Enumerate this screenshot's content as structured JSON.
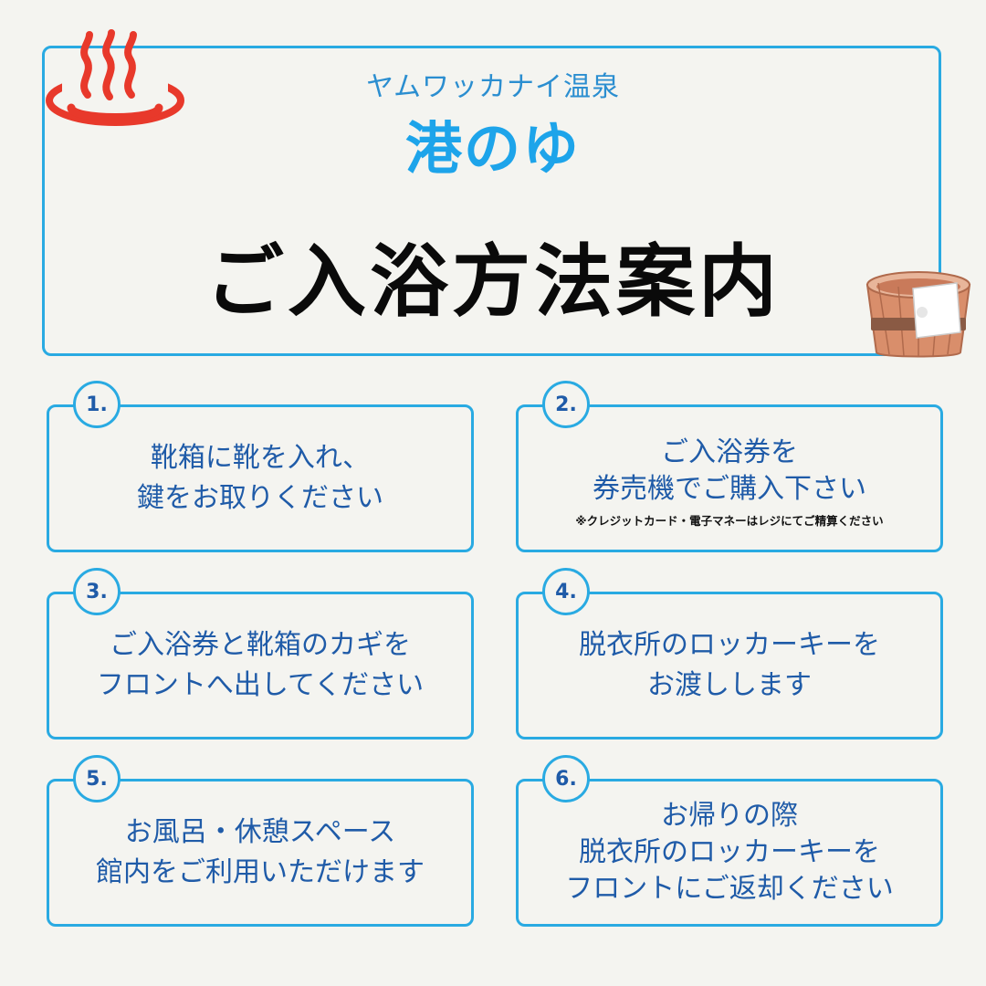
{
  "header": {
    "subtitle": "ヤムワッカナイ温泉",
    "facility_name": "港のゆ",
    "title": "ご入浴方法案内"
  },
  "colors": {
    "accent": "#29aae2",
    "text_blue": "#1f5ba8",
    "name_blue": "#1da4ea",
    "onsen_red": "#e8392b",
    "background": "#f4f4f0"
  },
  "icons": {
    "onsen_symbol": "hot-spring-icon",
    "bucket": "wooden-bucket-icon"
  },
  "steps": [
    {
      "number": "1.",
      "lines": [
        "靴箱に靴を入れ、",
        "鍵をお取りください"
      ]
    },
    {
      "number": "2.",
      "lines": [
        "ご入浴券を",
        "券売機でご購入下さい"
      ],
      "note": "※クレジットカード・電子マネーはレジにてご精算ください"
    },
    {
      "number": "3.",
      "lines": [
        "ご入浴券と靴箱のカギを",
        "フロントへ出してください"
      ]
    },
    {
      "number": "4.",
      "lines": [
        "脱衣所のロッカーキーを",
        "お渡しします"
      ]
    },
    {
      "number": "5.",
      "lines": [
        "お風呂・休憩スペース",
        "館内をご利用いただけます"
      ]
    },
    {
      "number": "6.",
      "lines": [
        "お帰りの際",
        "脱衣所のロッカーキーを",
        "フロントにご返却ください"
      ]
    }
  ]
}
